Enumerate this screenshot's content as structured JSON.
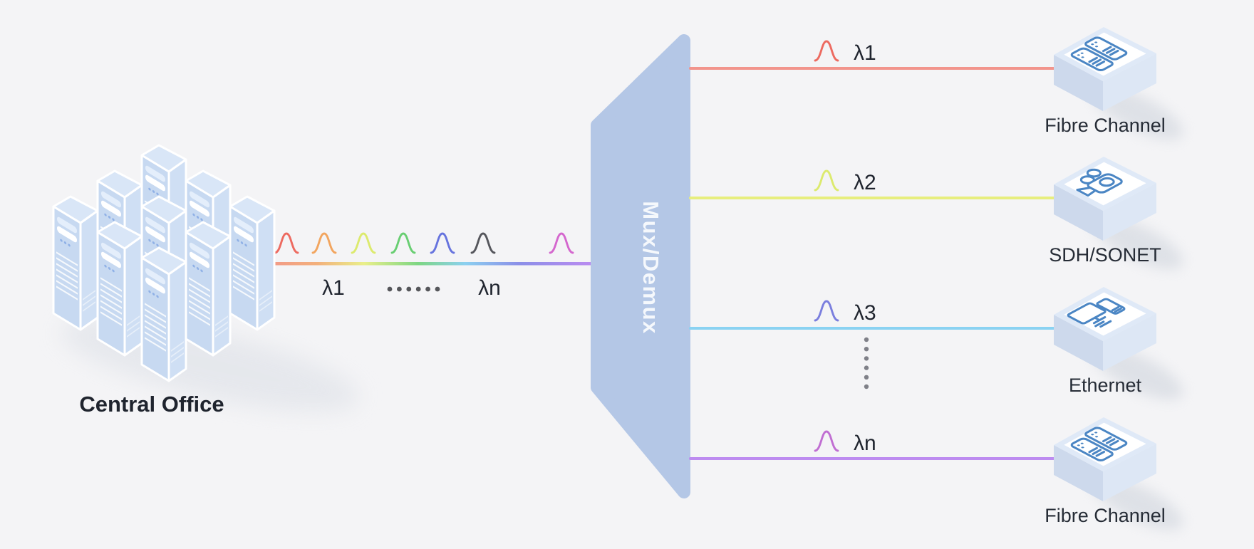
{
  "diagram": {
    "type": "wdm-mux-demux-diagram",
    "separator_dot_count": 6,
    "vertical_separator_dot_count": 6
  },
  "colors": {
    "background": "#f4f4f6",
    "icon_stroke": "#4b86c4",
    "dark_text": "#1f242e",
    "device_text": "#262c36",
    "dots_gray": "#55565a",
    "vertical_dots_gray": "#7f8088",
    "server_top": "#d9e6f7",
    "server_front": "#c7d9f1",
    "server_side": "#cfdff4",
    "box_top": "#dfe9f7",
    "box_left": "#cdd9ec",
    "box_right": "#dde7f5",
    "shadow": "#d7dbe2"
  },
  "central_office": {
    "label": "Central Office"
  },
  "mux": {
    "label": "Mux/Demux",
    "fill": "#b4c7e6",
    "text_color": "#f5f8fc"
  },
  "trunk": {
    "lambda_first": "λ1",
    "lambda_last": "λn",
    "peak_colors": [
      "#ed6a60",
      "#f2a55f",
      "#dcea6e",
      "#68ce72",
      "#6673de",
      "#55565c",
      "#d467ce"
    ],
    "gradient": [
      "#f2938b",
      "#f3b07c",
      "#e9ef8a",
      "#7dd683",
      "#8bd0f0",
      "#8b8fe8",
      "#bb8bf0"
    ]
  },
  "outputs": [
    {
      "wavelength": "λ1",
      "device": "Fibre Channel",
      "line_color": "#f2948c",
      "peak_color": "#ed6a60",
      "icon": "server-rack"
    },
    {
      "wavelength": "λ2",
      "device": "SDH/SONET",
      "line_color": "#e7ee7d",
      "peak_color": "#dcea6e",
      "icon": "video-camera"
    },
    {
      "wavelength": "λ3",
      "device": "Ethernet",
      "line_color": "#8ad2f2",
      "peak_color": "#7a7ede",
      "icon": "desktop-computer"
    },
    {
      "wavelength": "λn",
      "device": "Fibre Channel",
      "line_color": "#bd8bf0",
      "peak_color": "#c06ed2",
      "icon": "server-rack"
    }
  ]
}
